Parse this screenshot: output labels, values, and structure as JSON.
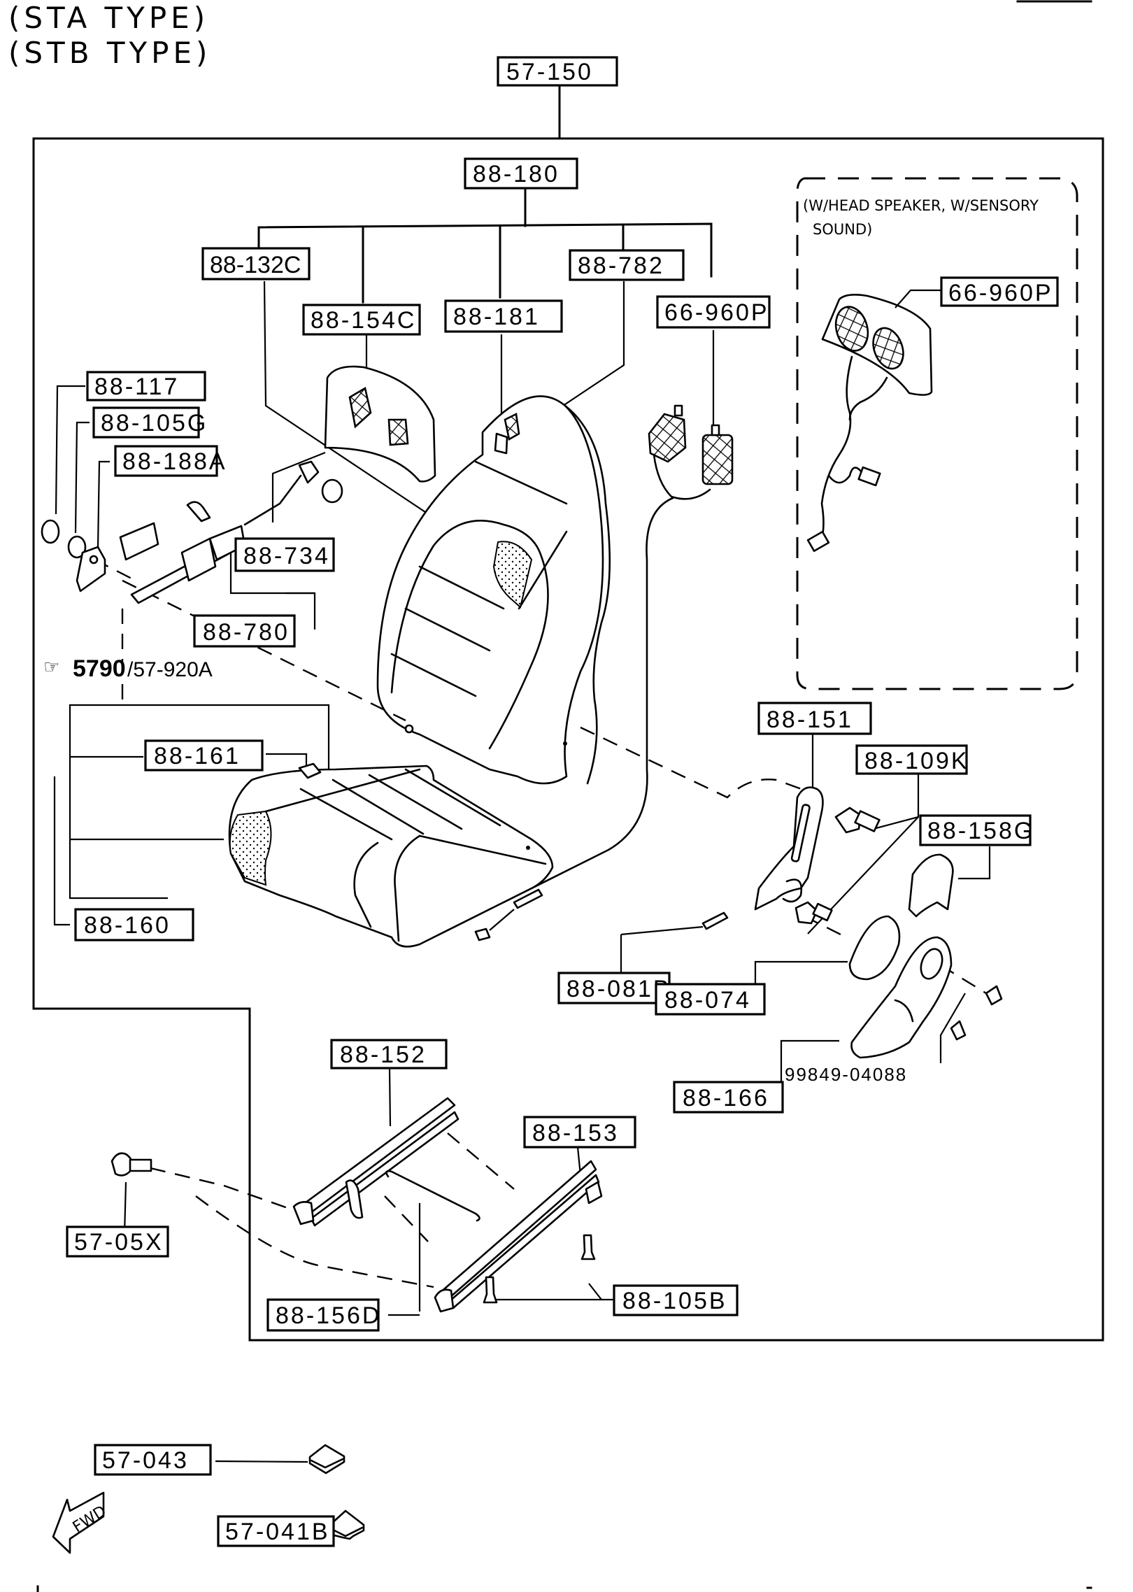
{
  "title": {
    "line1": "(STA TYPE)",
    "line2": "(STB TYPE)"
  },
  "assembly": {
    "seat_assembly": "57-150"
  },
  "seatback": {
    "assembly": "88-180",
    "trim_132": "88-132C",
    "pad_154": "88-154C",
    "part_181": "88-181",
    "part_782": "88-782",
    "speaker": "66-960P"
  },
  "option_box": {
    "note_line1": "(W/HEAD SPEAKER, W/SENSORY",
    "note_line2": "SOUND)",
    "speaker": "66-960P"
  },
  "belt_anchor": {
    "bolt": "88-117",
    "washer": "88-105G",
    "cover": "88-188A",
    "bolt_734": "88-734",
    "buckle": "88-780",
    "reference_group": "5790",
    "reference_part": "/57-920A",
    "pointer_icon": "pointing-hand-icon"
  },
  "cushion": {
    "part_161": "88-161",
    "assembly": "88-160"
  },
  "recliner": {
    "recliner": "88-151",
    "bolt": "88-109K",
    "cover_158": "88-158G",
    "pin": "88-081B",
    "cap": "88-074",
    "knob_cover": "88-166",
    "screw": "99849-04088"
  },
  "slide": {
    "rail_left": "88-152",
    "rail_right": "88-153",
    "wire": "88-156D",
    "bolt_105": "88-105B",
    "mount_bolt": "57-05X"
  },
  "bottom_parts": {
    "cap_043": "57-043",
    "cap_041": "57-041B",
    "fwd_label": "FWD",
    "fwd_icon": "forward-arrow-icon"
  }
}
